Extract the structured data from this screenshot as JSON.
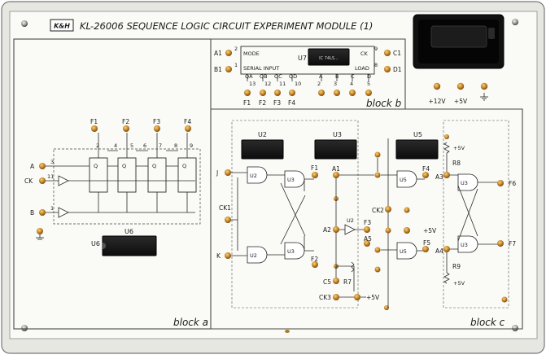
{
  "panel": {
    "logo_text": "K&H",
    "title": "KL-26006  SEQUENCE LOGIC CIRCUIT EXPERIMENT MODULE (1)"
  },
  "block_a": {
    "label": "block a",
    "terminals": {
      "A": "A",
      "CK": "CK",
      "B": "B"
    },
    "pin_numbers": {
      "A": "3",
      "CK": "11",
      "B": "1"
    },
    "outputs": [
      "F1",
      "F2",
      "F3",
      "F4"
    ],
    "ff_pins_top": [
      "2",
      "4",
      "5",
      "6",
      "7",
      "8",
      "9"
    ],
    "ff_label": "Q",
    "chip": "U6"
  },
  "block_b": {
    "label": "block b",
    "chip": "U7",
    "chip_text": "IC 74LS...",
    "left_terminals": [
      "A1",
      "B1"
    ],
    "left_pins": [
      "2",
      "1"
    ],
    "mode_label": "MODE",
    "serial_label": "SERIAL INPUT",
    "ck_label": "CK",
    "load_label": "LOAD",
    "right_terminals": [
      "C1",
      "D1"
    ],
    "right_pins": [
      "9",
      "8"
    ],
    "top_labels": [
      "QA",
      "QB",
      "QC",
      "QD",
      "A",
      "B",
      "C",
      "D"
    ],
    "pin_numbers": [
      "13",
      "12",
      "11",
      "10",
      "2",
      "3",
      "4",
      "5"
    ],
    "outputs": [
      "F1",
      "F2",
      "F3",
      "F4"
    ]
  },
  "power": {
    "labels": [
      "+12V",
      "+5V"
    ],
    "ground": "ground-icon"
  },
  "block_c": {
    "label": "block c",
    "chips": [
      "U2",
      "U3",
      "U5"
    ],
    "inputs": [
      "J",
      "CK1",
      "K"
    ],
    "gates": [
      "U2",
      "U3",
      "U2",
      "U3",
      "U2",
      "U5",
      "U5",
      "U3",
      "U3"
    ],
    "nodes": [
      "F1",
      "A1",
      "F2",
      "A2",
      "F3",
      "A5",
      "F4",
      "A3",
      "CK2",
      "F5",
      "A4",
      "F6",
      "F7"
    ],
    "components": [
      "R8",
      "R9",
      "R7",
      "C5"
    ],
    "vcc": "+5V",
    "ck3": "CK3"
  }
}
